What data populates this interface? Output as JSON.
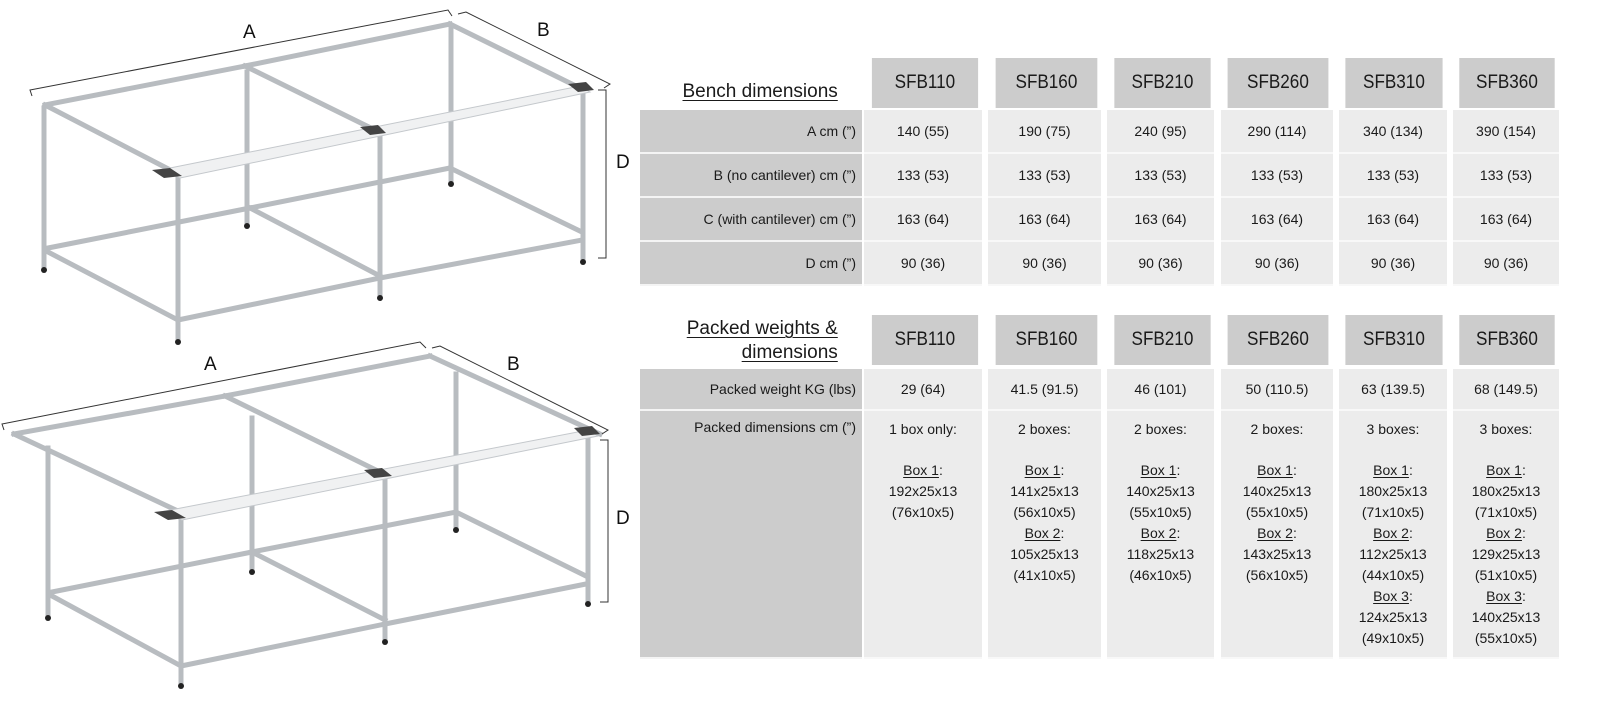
{
  "drawings": [
    {
      "name": "bench-without-cantilever",
      "labels": {
        "a": "A",
        "b": "B",
        "d": "D"
      }
    },
    {
      "name": "bench-with-cantilever",
      "labels": {
        "a": "A",
        "b": "B",
        "d": "D"
      }
    }
  ],
  "models": [
    "SFB110",
    "SFB160",
    "SFB210",
    "SFB260",
    "SFB310",
    "SFB360"
  ],
  "bench_dimensions": {
    "title": "Bench dimensions",
    "rows": [
      {
        "label": "A  cm (”)",
        "values": [
          "140 (55)",
          "190 (75)",
          "240 (95)",
          "290 (114)",
          "340 (134)",
          "390 (154)"
        ]
      },
      {
        "label": "B  (no cantilever) cm (”)",
        "values": [
          "133 (53)",
          "133 (53)",
          "133 (53)",
          "133 (53)",
          "133 (53)",
          "133 (53)"
        ]
      },
      {
        "label": "C (with cantilever) cm (”)",
        "values": [
          "163 (64)",
          "163 (64)",
          "163 (64)",
          "163 (64)",
          "163 (64)",
          "163 (64)"
        ]
      },
      {
        "label": "D cm (”)",
        "values": [
          "90 (36)",
          "90 (36)",
          "90 (36)",
          "90 (36)",
          "90 (36)",
          "90 (36)"
        ]
      }
    ]
  },
  "packed": {
    "title_line1": "Packed weights &",
    "title_line2": "dimensions",
    "weight_row": {
      "label": "Packed weight KG (lbs)",
      "values": [
        "29 (64)",
        "41.5 (91.5)",
        "46 (101)",
        "50 (110.5)",
        "63 (139.5)",
        "68 (149.5)"
      ]
    },
    "dimensions_row": {
      "label": "Packed dimensions cm (”)",
      "values": [
        {
          "count": "1 box only:",
          "boxes": [
            {
              "name": "Box 1",
              "cm": "192x25x13",
              "in": "(76x10x5)"
            }
          ]
        },
        {
          "count": "2 boxes:",
          "boxes": [
            {
              "name": "Box 1",
              "cm": "141x25x13",
              "in": "(56x10x5)"
            },
            {
              "name": "Box 2",
              "cm": "105x25x13",
              "in": "(41x10x5)"
            }
          ]
        },
        {
          "count": "2 boxes:",
          "boxes": [
            {
              "name": "Box 1",
              "cm": "140x25x13",
              "in": "(55x10x5)"
            },
            {
              "name": "Box 2",
              "cm": "118x25x13",
              "in": "(46x10x5)"
            }
          ]
        },
        {
          "count": "2 boxes:",
          "boxes": [
            {
              "name": "Box 1",
              "cm": "140x25x13",
              "in": "(55x10x5)"
            },
            {
              "name": "Box 2",
              "cm": "143x25x13",
              "in": "(56x10x5)"
            }
          ]
        },
        {
          "count": "3 boxes:",
          "boxes": [
            {
              "name": "Box 1",
              "cm": "180x25x13",
              "in": "(71x10x5)"
            },
            {
              "name": "Box 2",
              "cm": "112x25x13",
              "in": "(44x10x5)"
            },
            {
              "name": "Box 3",
              "cm": "124x25x13",
              "in": "(49x10x5)"
            }
          ]
        },
        {
          "count": "3 boxes:",
          "boxes": [
            {
              "name": "Box 1",
              "cm": "180x25x13",
              "in": "(71x10x5)"
            },
            {
              "name": "Box 2",
              "cm": "129x25x13",
              "in": "(51x10x5)"
            },
            {
              "name": "Box 3",
              "cm": "140x25x13",
              "in": "(55x10x5)"
            }
          ]
        }
      ]
    }
  },
  "colors": {
    "header_gray": "#cccccc",
    "label_gray": "#cccccc",
    "cell_light": "#ececec"
  }
}
